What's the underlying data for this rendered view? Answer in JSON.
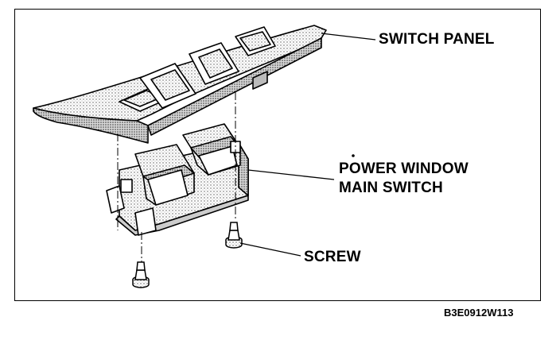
{
  "labels": {
    "switch_panel": "SWITCH PANEL",
    "power_window_line1": "POWER WINDOW",
    "power_window_line2": "MAIN SWITCH",
    "screw": "SCREW"
  },
  "figure_code": "B3E0912W113",
  "colors": {
    "ink": "#000000",
    "paper": "#ffffff",
    "shade": "#b5b5b5"
  }
}
